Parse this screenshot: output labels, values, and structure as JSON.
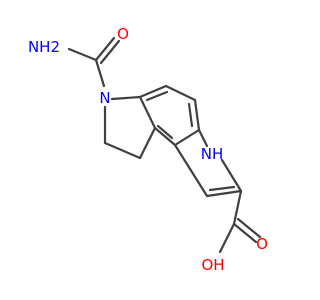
{
  "molecule": {
    "atoms": {
      "nh2": "NH2",
      "o_carbonyl_amide": "O",
      "n_pyrroline": "N",
      "nh_pyrrole": "NH",
      "o_carbonyl_acid": "O",
      "oh": "OH"
    },
    "colors": {
      "bond": "#404040",
      "nitrogen": "#0000ff",
      "oxygen": "#ff0000"
    }
  }
}
